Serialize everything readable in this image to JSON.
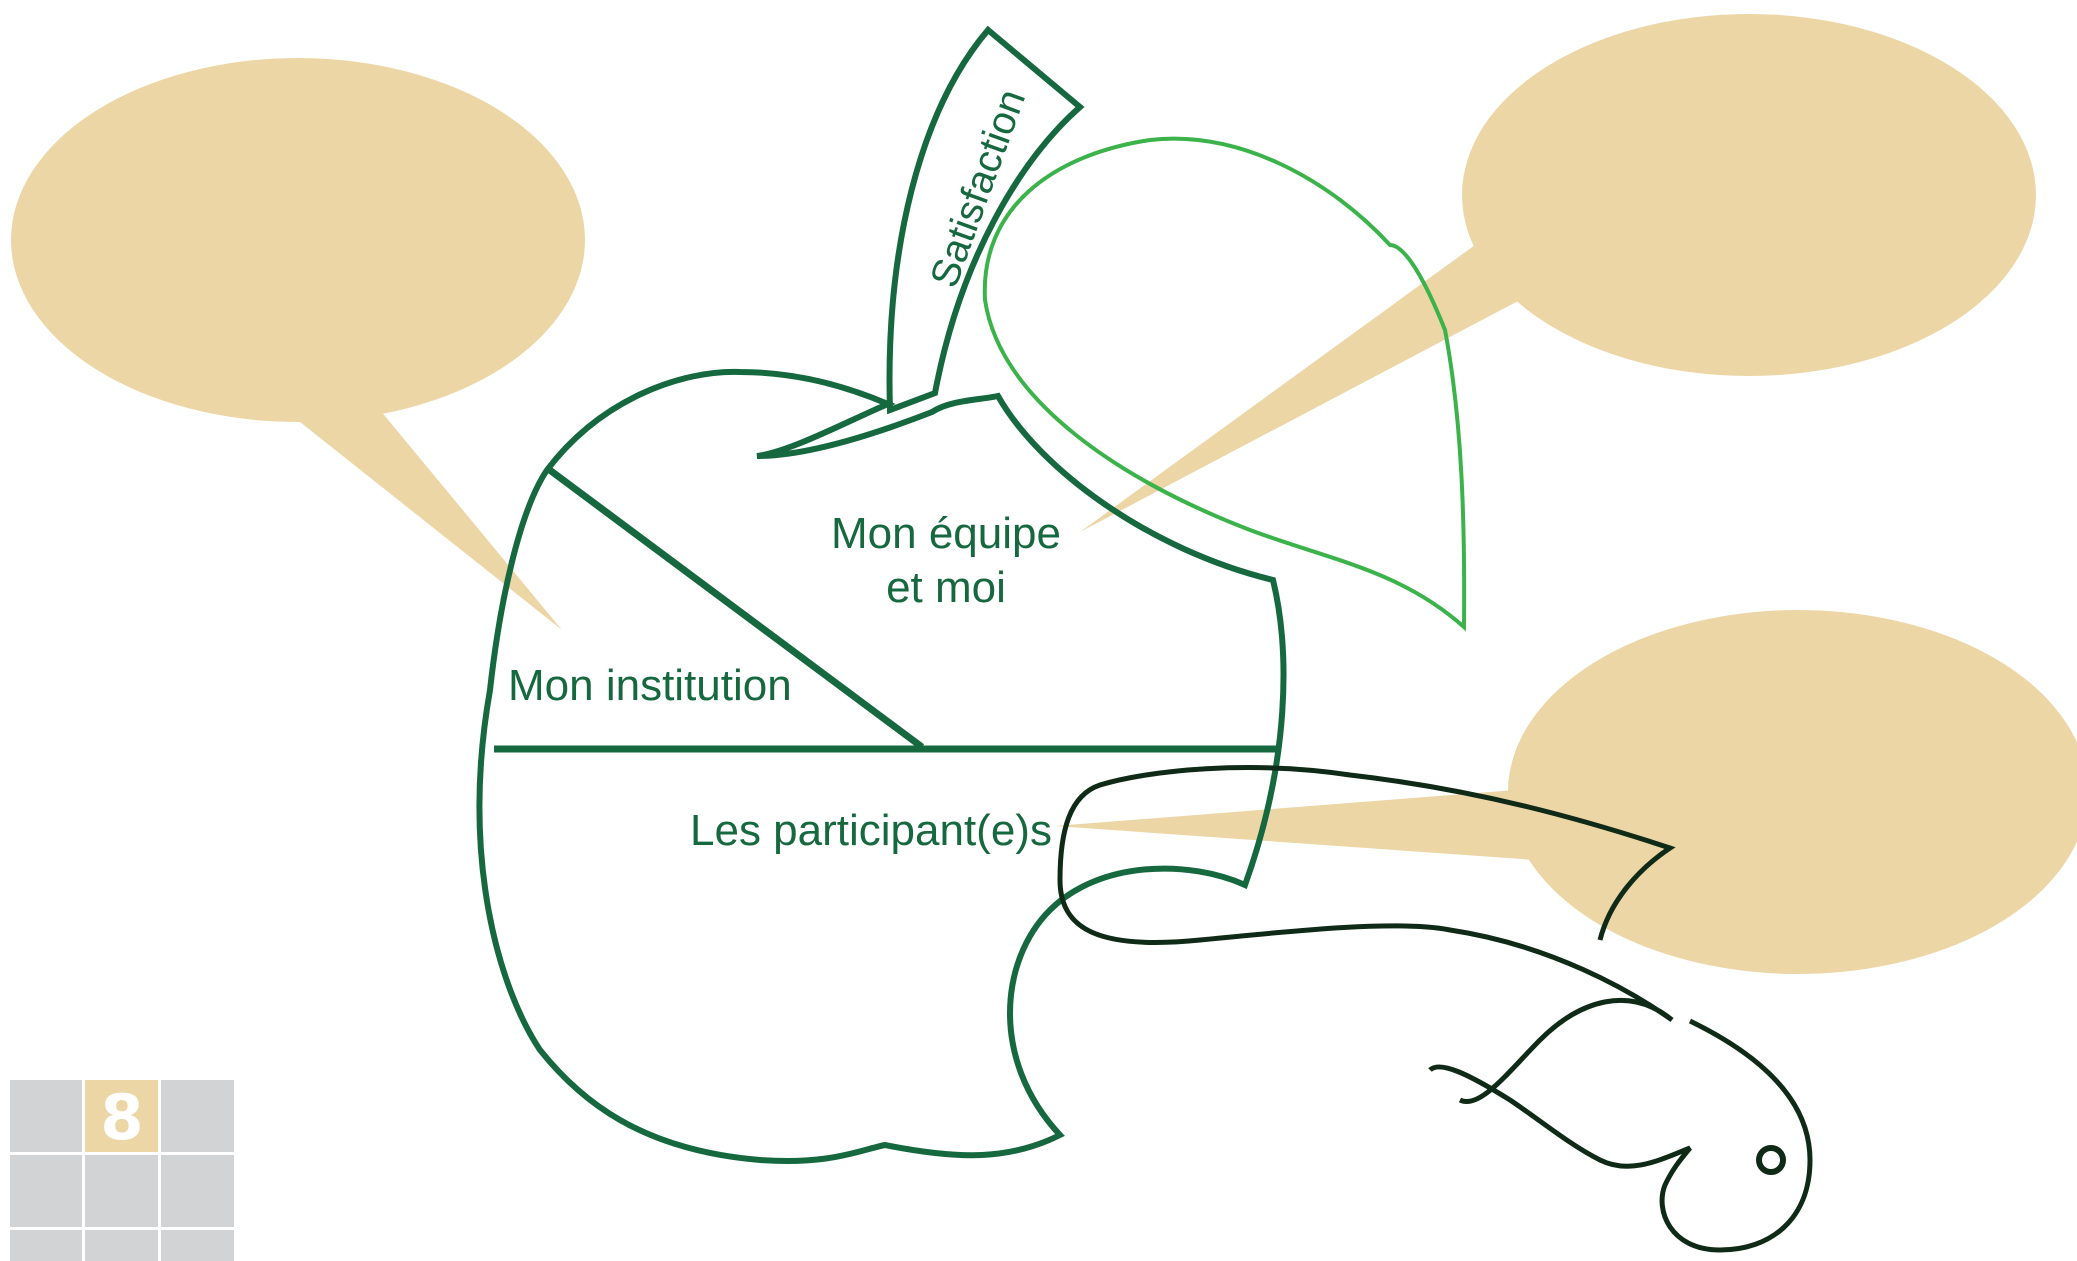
{
  "labels": {
    "stem": "Satisfaction",
    "team_line1": "Mon équipe",
    "team_line2": "et moi",
    "institution": "Mon institution",
    "participants": "Les participant(e)s"
  },
  "page_number": "8",
  "colors": {
    "outline": "#16683f",
    "leaf": "#3bb34a",
    "worm": "#0f2a16",
    "bubble": "#edd6a6",
    "grid": "#d1d3d4",
    "highlight": "#edd6a6"
  }
}
